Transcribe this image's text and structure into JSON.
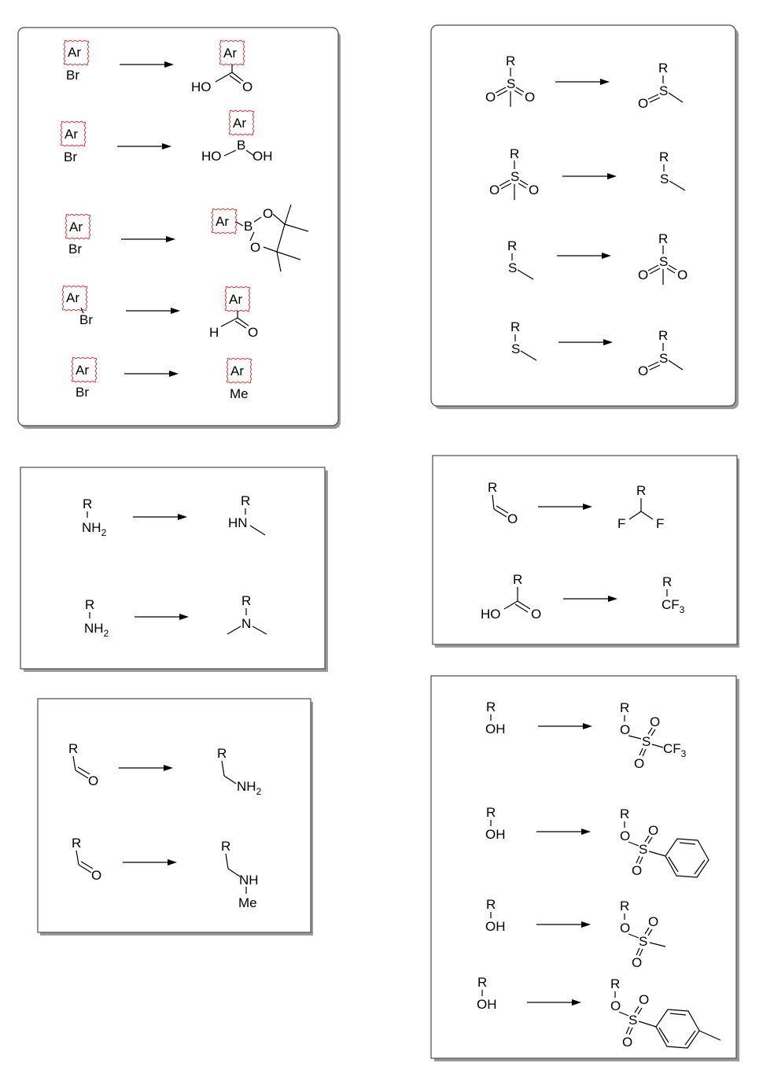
{
  "labels": {
    "ar": "Ar",
    "br": "Br",
    "r": "R",
    "b": "B",
    "s": "S",
    "o": "O",
    "oh": "OH",
    "ho": "HO",
    "h": "H",
    "f": "F",
    "me": "Me",
    "nh": "NH",
    "hn": "HN",
    "n": "N",
    "cf": "CF",
    "sub2": "2",
    "sub3": "3"
  },
  "panels": [
    {
      "id": "aryl-bromide-panel",
      "transformations": [
        "Ar-Br → Ar-COOH",
        "Ar-Br → Ar-B(OH)2",
        "Ar-Br → Ar-Bpin",
        "Ar-Br → Ar-CHO",
        "Ar-Br → Ar-Me"
      ]
    },
    {
      "id": "sulfur-oxidation-panel",
      "transformations": [
        "sulfone → sulfoxide",
        "sulfone → sulfide",
        "sulfide → sulfone",
        "sulfide → sulfoxide"
      ]
    },
    {
      "id": "amine-methylation-panel",
      "transformations": [
        "R-NH2 → R-NHMe",
        "R-NH2 → R-NMe2"
      ]
    },
    {
      "id": "fluorination-panel",
      "transformations": [
        "R-CHO → R-CHF2",
        "R-COOH → R-CF3"
      ]
    },
    {
      "id": "reductive-amination-panel",
      "transformations": [
        "R-CHO → R-CH2NH2",
        "R-CHO → R-CH2NHMe"
      ]
    },
    {
      "id": "sulfonate-ester-panel",
      "transformations": [
        "R-OH → R-OTf",
        "R-OH → R-OSO2Ph",
        "R-OH → R-OMs",
        "R-OH → R-OTs"
      ]
    }
  ]
}
